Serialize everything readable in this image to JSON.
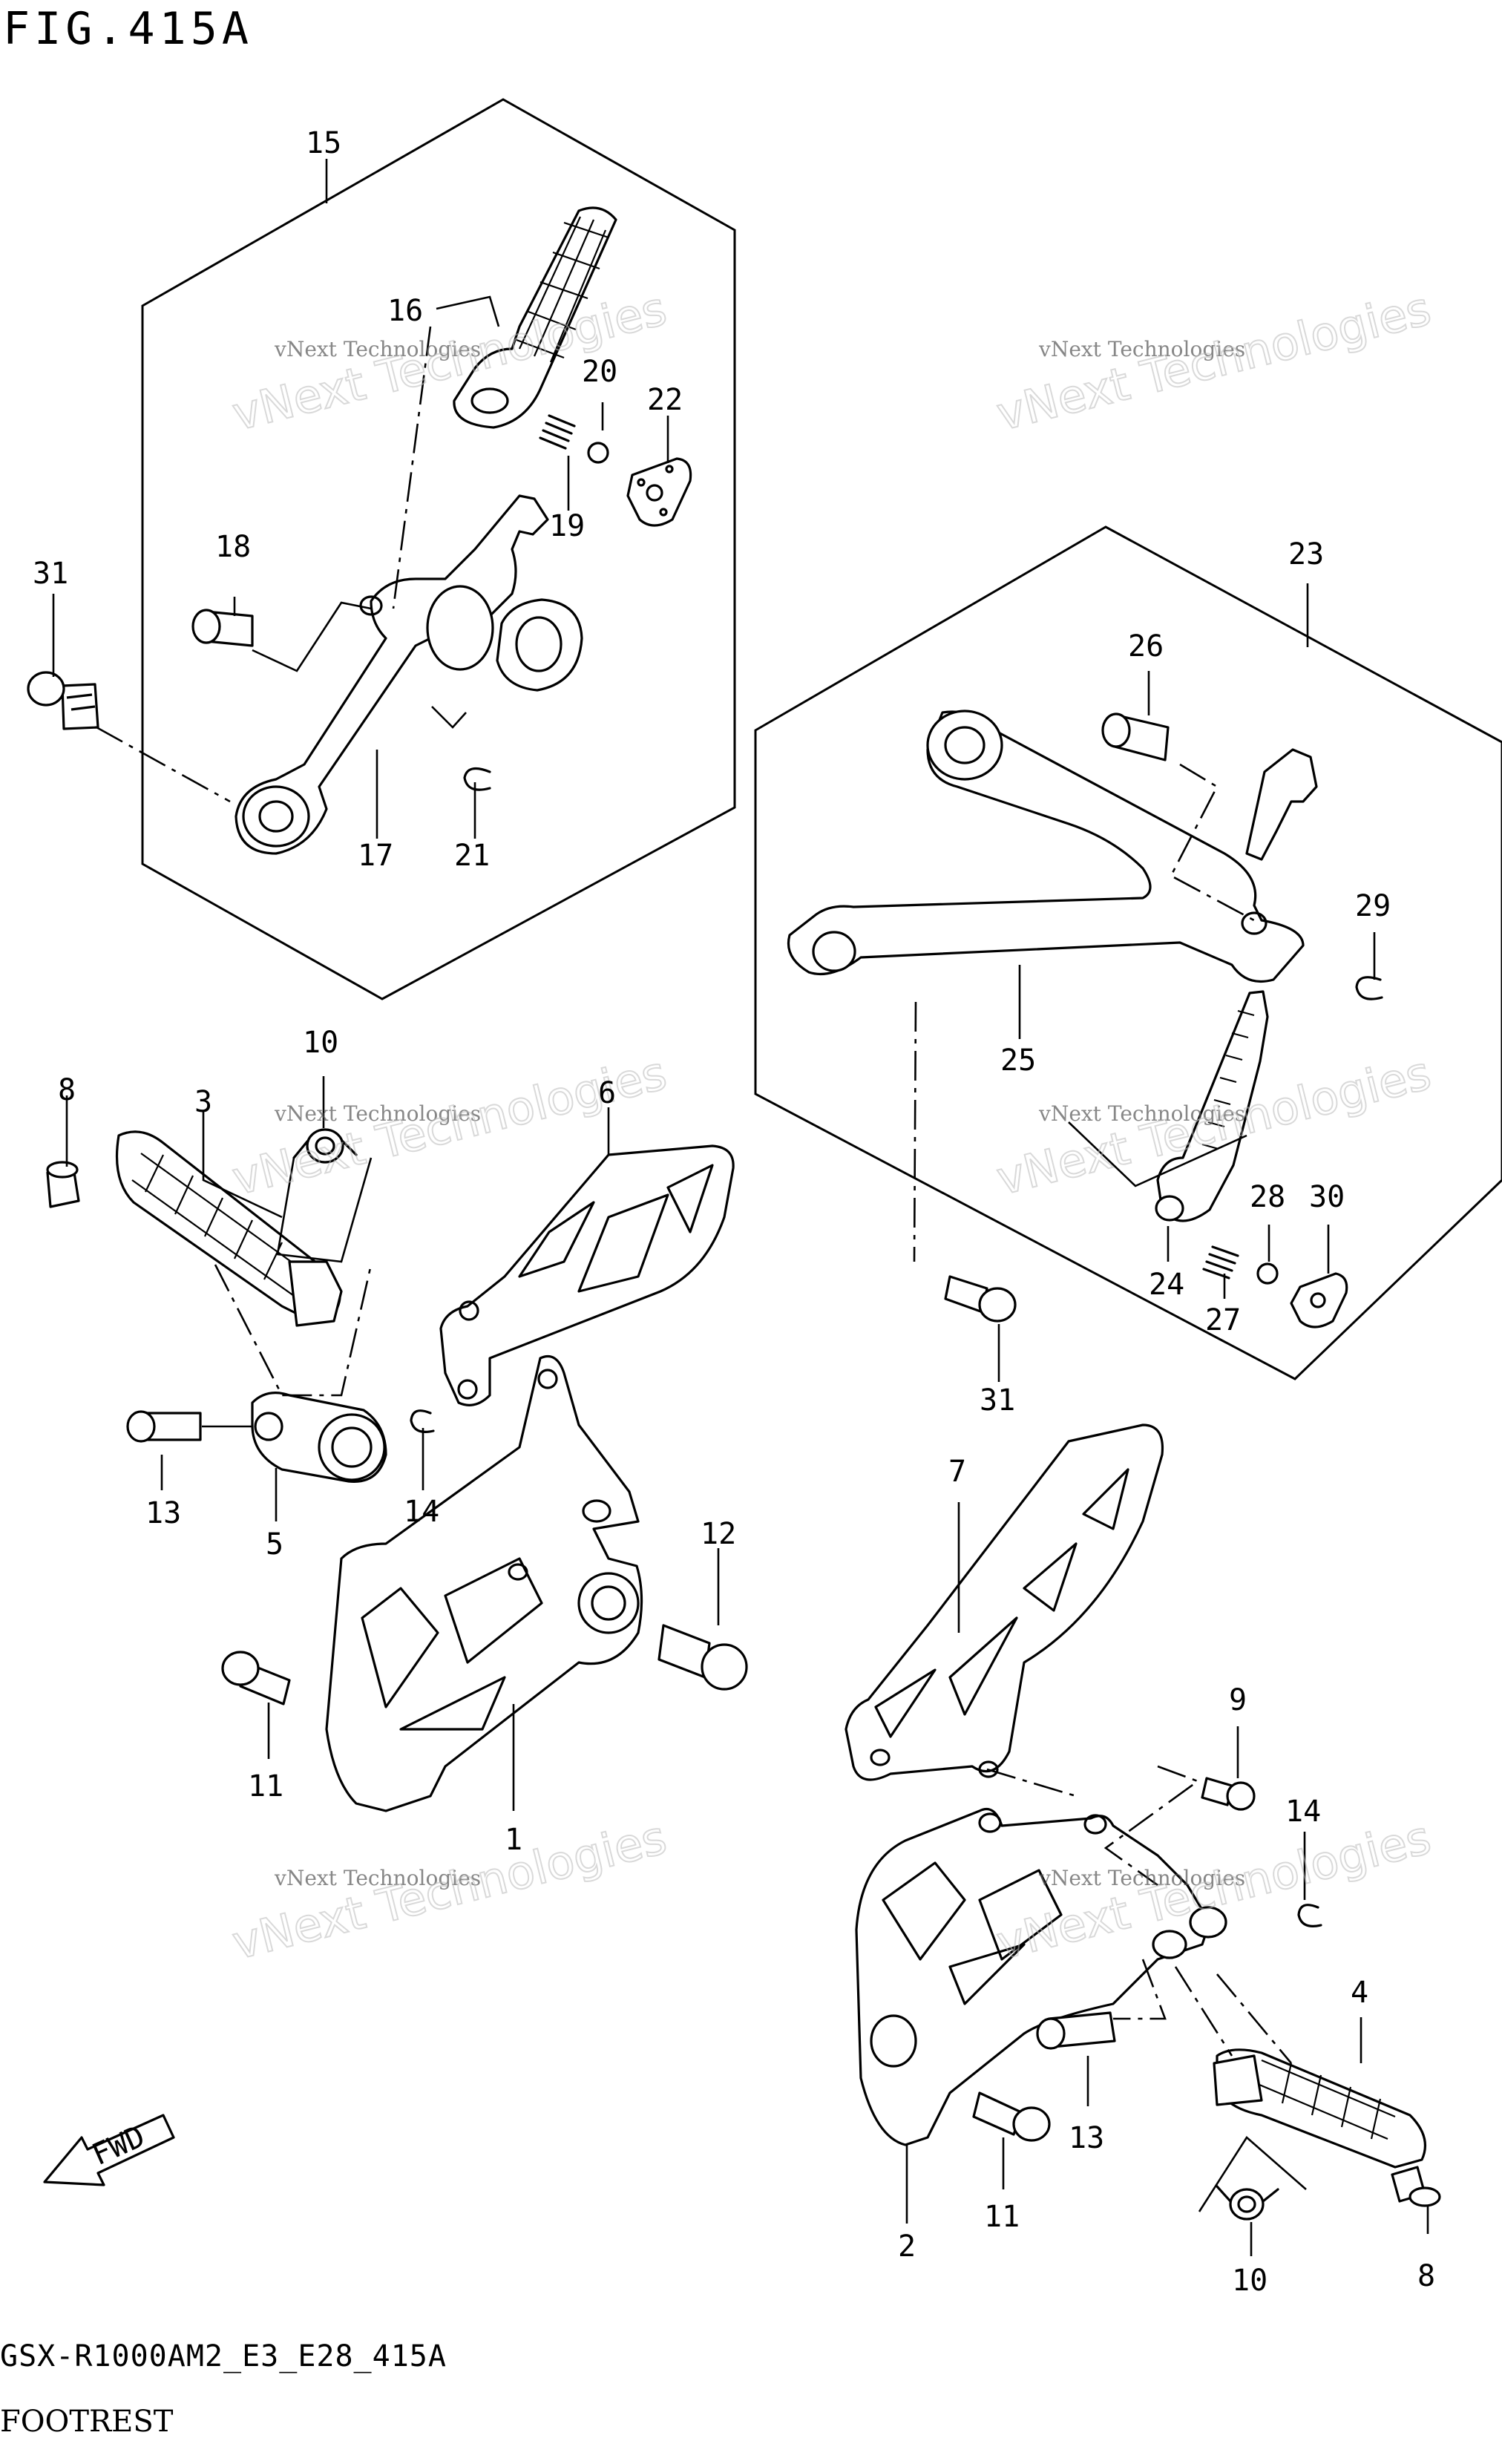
{
  "title": "FIG.415A",
  "footer": {
    "code": "GSX-R1000AM2_E3_E28_415A",
    "name": "FOOTREST"
  },
  "watermark": {
    "small": "vNext Technologies",
    "big": "vNext Technologies"
  },
  "fwd_label": "FWD",
  "callouts": [
    {
      "id": "c1",
      "label": "1"
    },
    {
      "id": "c2",
      "label": "2"
    },
    {
      "id": "c3",
      "label": "3"
    },
    {
      "id": "c4",
      "label": "4"
    },
    {
      "id": "c5",
      "label": "5"
    },
    {
      "id": "c6",
      "label": "6"
    },
    {
      "id": "c7",
      "label": "7"
    },
    {
      "id": "c8a",
      "label": "8"
    },
    {
      "id": "c8b",
      "label": "8"
    },
    {
      "id": "c9",
      "label": "9"
    },
    {
      "id": "c10a",
      "label": "10"
    },
    {
      "id": "c10b",
      "label": "10"
    },
    {
      "id": "c11a",
      "label": "11"
    },
    {
      "id": "c11b",
      "label": "11"
    },
    {
      "id": "c12",
      "label": "12"
    },
    {
      "id": "c13a",
      "label": "13"
    },
    {
      "id": "c13b",
      "label": "13"
    },
    {
      "id": "c14a",
      "label": "14"
    },
    {
      "id": "c14b",
      "label": "14"
    },
    {
      "id": "c15",
      "label": "15"
    },
    {
      "id": "c16",
      "label": "16"
    },
    {
      "id": "c17",
      "label": "17"
    },
    {
      "id": "c18",
      "label": "18"
    },
    {
      "id": "c19",
      "label": "19"
    },
    {
      "id": "c20",
      "label": "20"
    },
    {
      "id": "c21",
      "label": "21"
    },
    {
      "id": "c22",
      "label": "22"
    },
    {
      "id": "c23",
      "label": "23"
    },
    {
      "id": "c24",
      "label": "24"
    },
    {
      "id": "c25",
      "label": "25"
    },
    {
      "id": "c26",
      "label": "26"
    },
    {
      "id": "c27",
      "label": "27"
    },
    {
      "id": "c28",
      "label": "28"
    },
    {
      "id": "c29",
      "label": "29"
    },
    {
      "id": "c30",
      "label": "30"
    },
    {
      "id": "c31a",
      "label": "31"
    },
    {
      "id": "c31b",
      "label": "31"
    }
  ]
}
